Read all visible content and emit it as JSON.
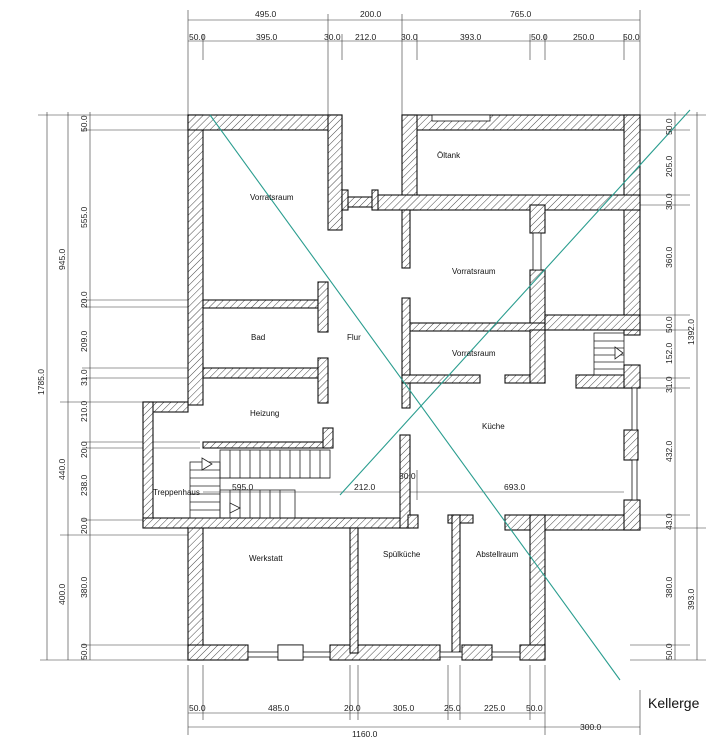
{
  "title_partial": "Kellerge",
  "rooms": {
    "vorratsraum_1": "Vorratsraum",
    "oeltank": "Öltank",
    "vorratsraum_2": "Vorratsraum",
    "bad": "Bad",
    "flur": "Flur",
    "vorratsraum_3": "Vorratsraum",
    "heizung": "Heizung",
    "kueche": "Küche",
    "treppenhaus": "Treppenhaus",
    "werkstatt": "Werkstatt",
    "spuelkueche": "Spülküche",
    "abstellraum": "Abstellraum"
  },
  "dimensions": {
    "top_outer": [
      "495.0",
      "200.0",
      "765.0"
    ],
    "top_inner": [
      "50.0",
      "395.0",
      "30.0",
      "212.0",
      "30.0",
      "393.0",
      "50.0",
      "250.0",
      "50.0"
    ],
    "left_outer": [
      "1785.0"
    ],
    "left_mid": [
      "945.0",
      "440.0",
      "400.0"
    ],
    "left_inner": [
      "50.0",
      "555.0",
      "20.0",
      "209.0",
      "31.0",
      "210.0",
      "20.0",
      "238.0",
      "20.0",
      "380.0",
      "50.0"
    ],
    "right_inner": [
      "50.0",
      "205.0",
      "30.0",
      "360.0",
      "50.0",
      "152.0",
      "31.0",
      "432.0",
      "43.0",
      "380.0",
      "50.0"
    ],
    "right_outer": [
      "1392.0",
      "393.0"
    ],
    "bottom_inner": [
      "50.0",
      "485.0",
      "20.0",
      "305.0",
      "25.0",
      "225.0",
      "50.0"
    ],
    "bottom_outer": [
      "1160.0",
      "300.0"
    ],
    "interior": [
      "595.0",
      "212.0",
      "30.0",
      "693.0"
    ]
  }
}
